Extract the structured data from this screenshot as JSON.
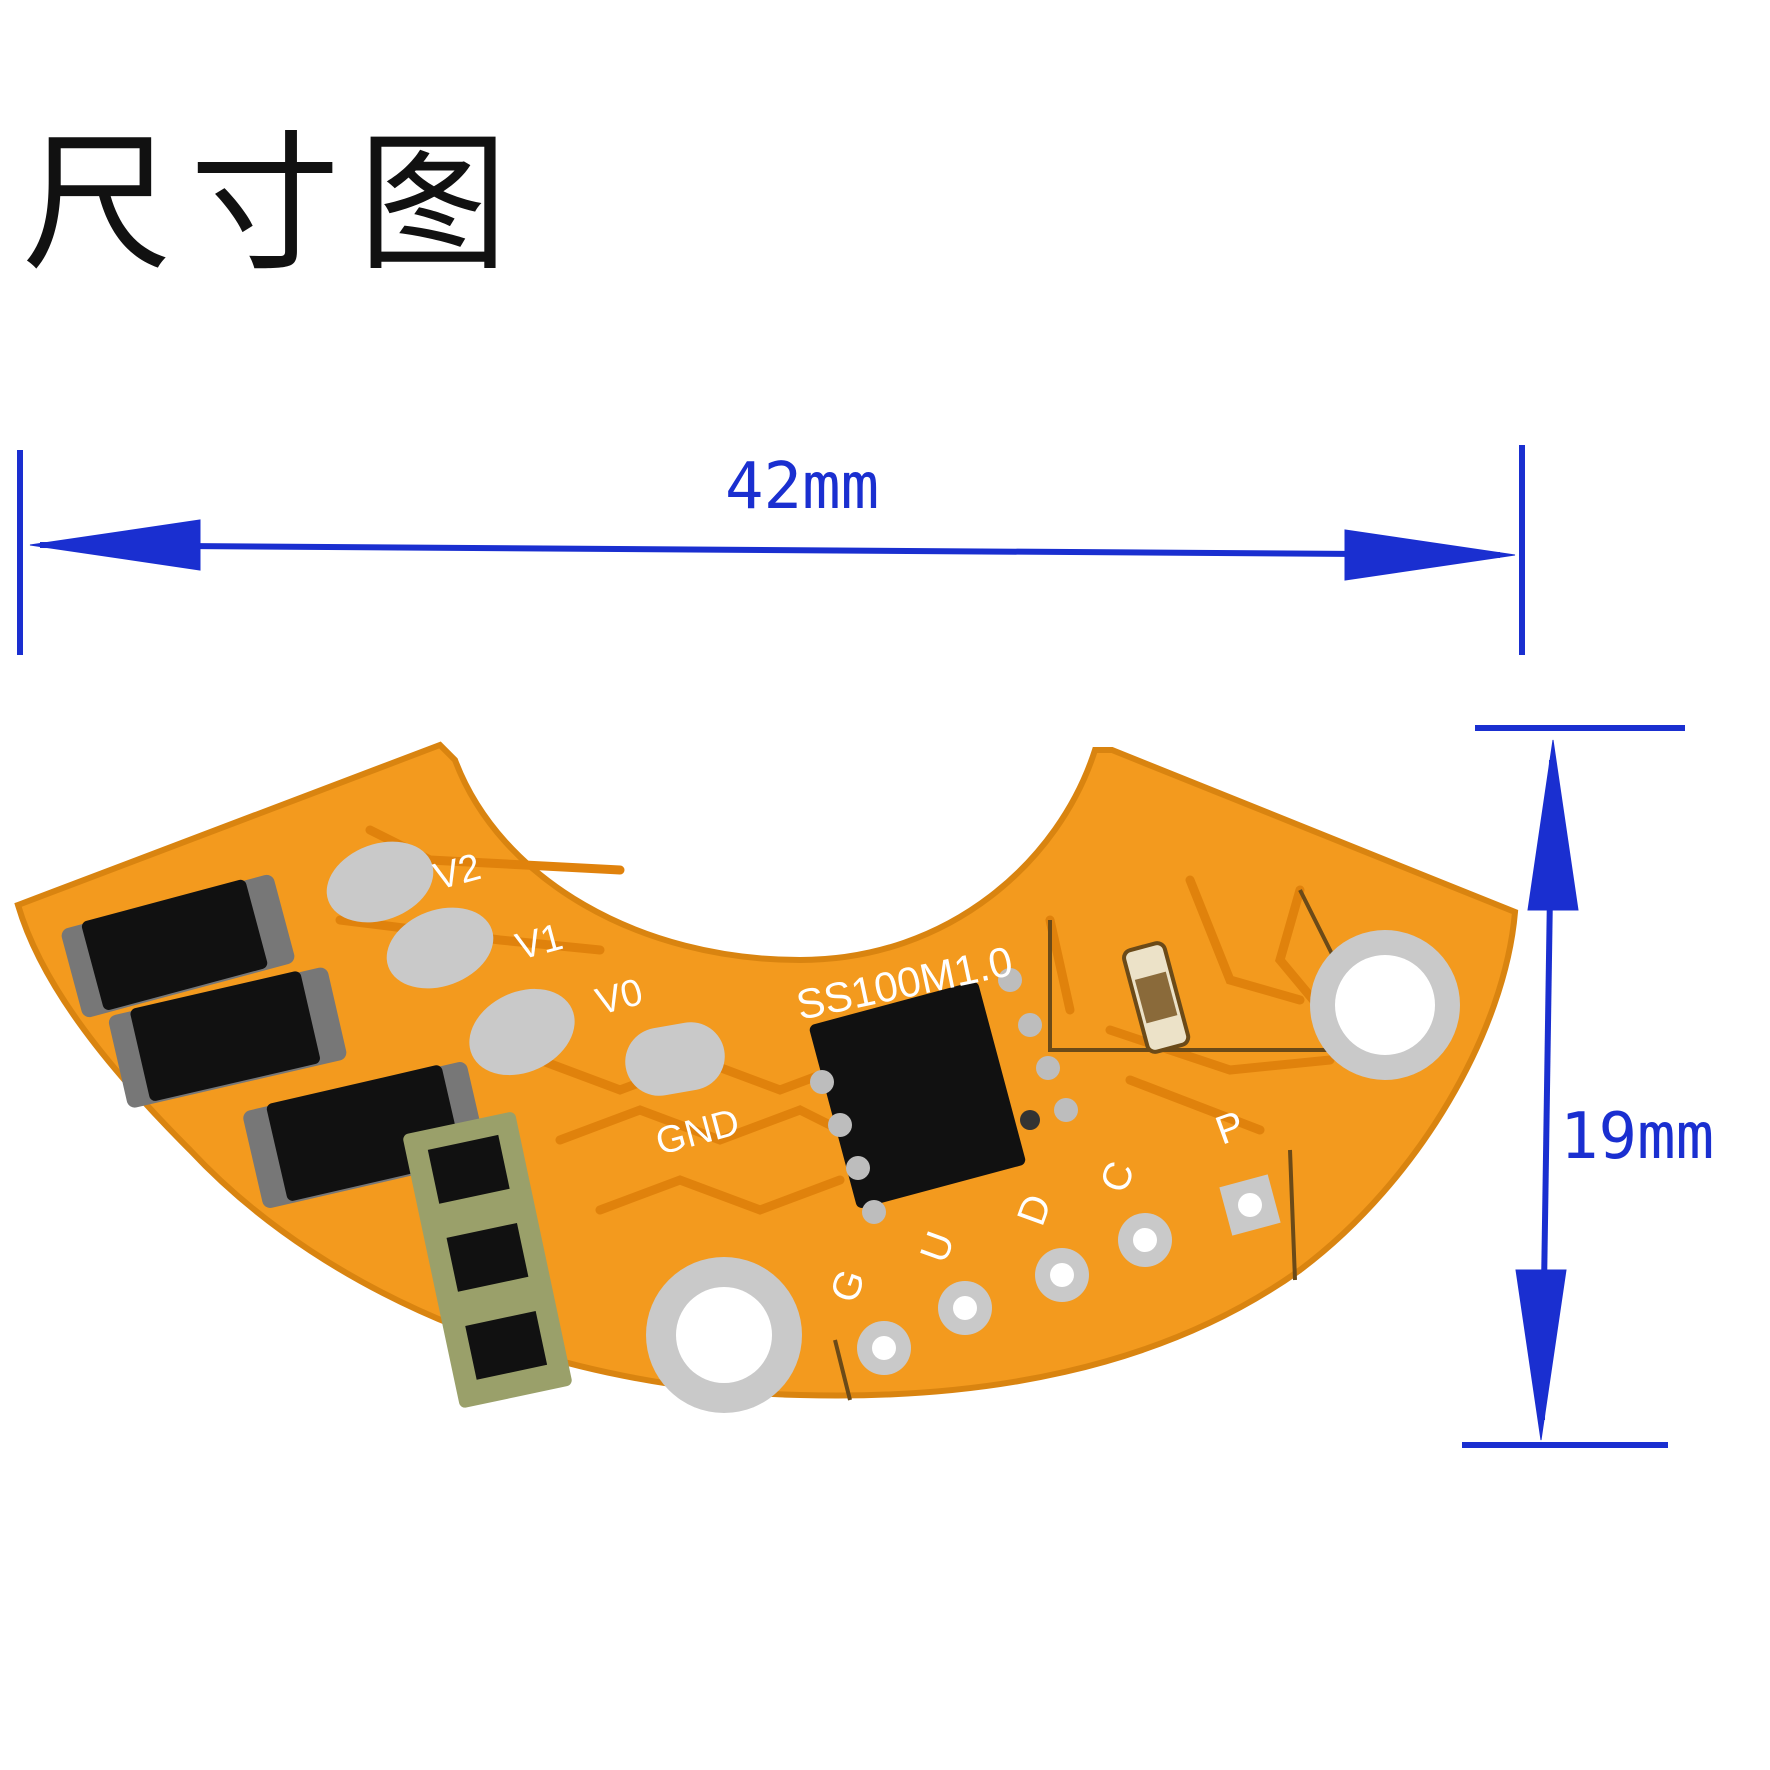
{
  "title": "尺寸图",
  "dimensions": {
    "width_label": "42mm",
    "height_label": "19mm",
    "color": "#1a2fd0"
  },
  "board": {
    "silkscreen_model": "SS100M1.0",
    "pad_labels": {
      "v2": "V2",
      "v1": "V1",
      "v0": "V0",
      "gnd": "GND"
    },
    "pin_labels": {
      "g": "G",
      "u": "U",
      "d": "D",
      "c": "C",
      "p": "P"
    },
    "board_color": "#f39a1e",
    "trace_color": "#e5870f"
  }
}
